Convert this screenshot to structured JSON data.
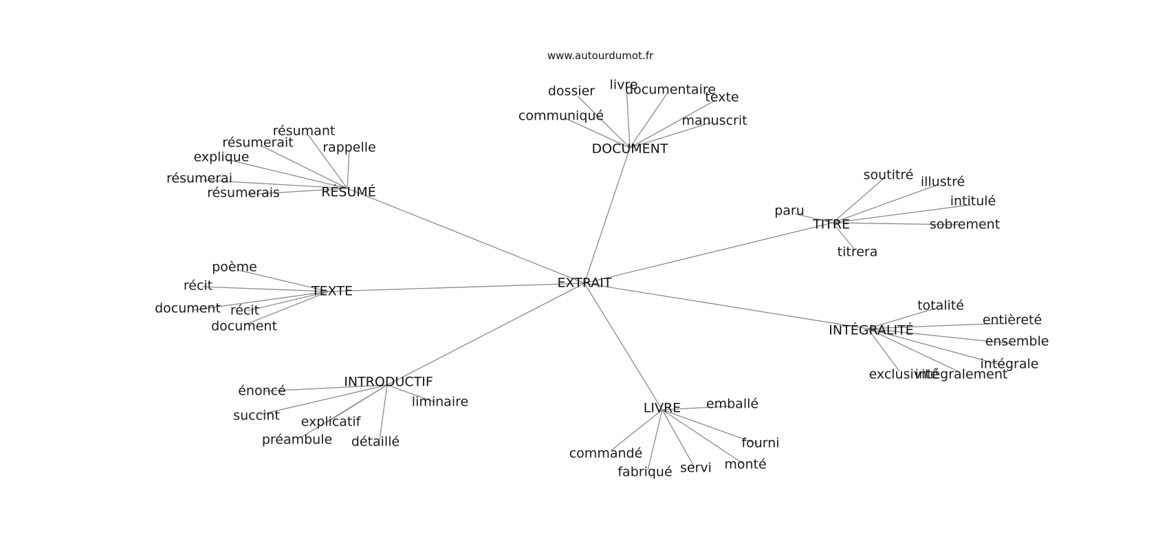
{
  "watermark": "www.autourdumot.fr",
  "center_word": "EXTRAIT",
  "line_color": "#8a8a8a",
  "clusters": [
    {
      "id": "document",
      "word": "DOCUMENT",
      "related": [
        "dossier",
        "livre",
        "documentaire",
        "texte",
        "communiqué",
        "manuscrit"
      ]
    },
    {
      "id": "resume",
      "word": "RÉSUMÉ",
      "related": [
        "résumant",
        "résumerait",
        "rappelle",
        "explique",
        "résumerai",
        "résumerais"
      ]
    },
    {
      "id": "titre",
      "word": "TITRE",
      "related": [
        "soutitré",
        "illustré",
        "intitulé",
        "paru",
        "sobrement",
        "titrera"
      ]
    },
    {
      "id": "texte",
      "word": "TEXTE",
      "related": [
        "poème",
        "récit",
        "document",
        "récit",
        "document"
      ]
    },
    {
      "id": "integralite",
      "word": "INTÉGRALITÉ",
      "related": [
        "totalité",
        "entièreté",
        "ensemble",
        "intégrale",
        "exclusivité",
        "intégralement"
      ]
    },
    {
      "id": "introductif",
      "word": "INTRODUCTIF",
      "related": [
        "énoncé",
        "succint",
        "explicatif",
        "préambule",
        "détaillé",
        "liminaire"
      ]
    },
    {
      "id": "livre",
      "word": "LIVRE",
      "related": [
        "emballé",
        "commandé",
        "fourni",
        "fabriqué",
        "servi",
        "monté"
      ]
    }
  ]
}
